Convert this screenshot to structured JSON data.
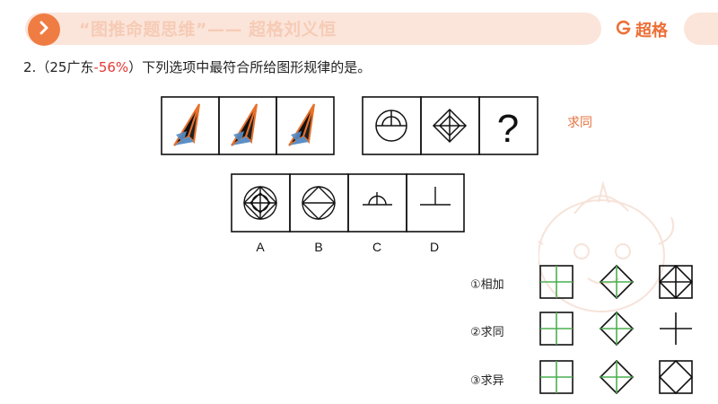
{
  "header": {
    "title": "“图推命题思维”—— 超格刘义恒",
    "brand": "超格"
  },
  "question": {
    "number": "2.",
    "source_prefix": "（25广东",
    "rate": "-56%",
    "source_suffix": "）",
    "text": "下列选项中最符合所给图形规律的是。"
  },
  "puzzle": {
    "unknown": "?",
    "options": [
      "A",
      "B",
      "C",
      "D"
    ]
  },
  "answer_note": "求同",
  "legend": {
    "rows": [
      "①相加",
      "②求同",
      "③求异"
    ]
  },
  "colors": {
    "accent": "#ef7c43",
    "header_bg": "#fbe5da",
    "header_text": "#f6cbb6",
    "green_line": "#4caf50",
    "blue_fill": "#5b8fc7",
    "orange_outline": "#e8712c"
  }
}
